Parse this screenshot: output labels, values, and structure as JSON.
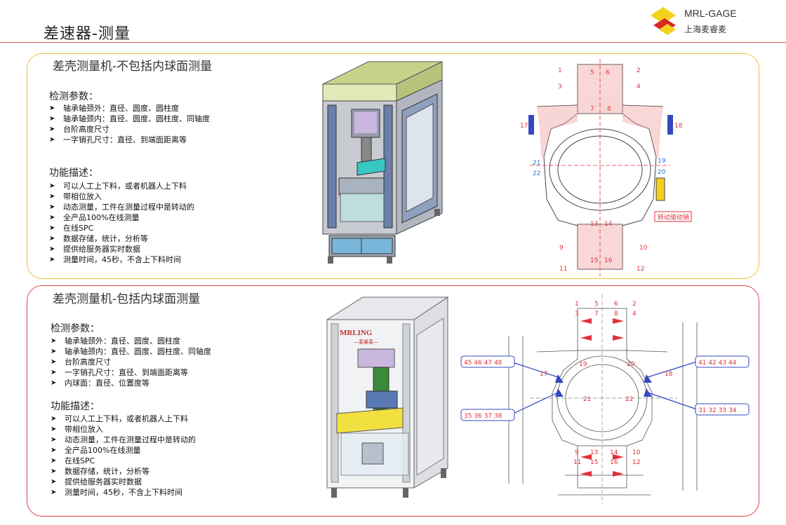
{
  "page": {
    "title": "差速器-测量",
    "logo_text": "MRL-GAGE",
    "logo_sub": "上海麦睿麦"
  },
  "section_top": {
    "title": "差壳测量机-不包括内球面测量",
    "params_heading": "检测参数：",
    "params": [
      "轴承轴颈外：直径、圆度、圆柱度",
      "轴承轴颈内：直径、圆度、圆柱度、同轴度",
      "台阶高度尺寸",
      "一字销孔尺寸：直径、到端面距离等"
    ],
    "func_heading": "功能描述：",
    "funcs": [
      "可以人工上下料，或者机器人上下料",
      "带相位放入",
      "动态测量，工件在测量过程中是转动的",
      "全产品100%在线测量",
      "在线SPC",
      "数据存储，统计，分析等",
      "提供给服务器实时数据",
      "测量时间，45秒，不含上下料时间"
    ],
    "drawing": {
      "labels_outer": [
        "1",
        "2",
        "3",
        "4",
        "9",
        "10",
        "11",
        "12"
      ],
      "labels_inner": [
        "5",
        "6",
        "7",
        "8",
        "13",
        "14",
        "15",
        "16"
      ],
      "labels_side": [
        "17",
        "18"
      ],
      "labels_blue": [
        "19",
        "20",
        "21",
        "22"
      ],
      "callout": "转动驱动销"
    }
  },
  "section_bottom": {
    "title": "差壳测量机-包括内球面测量",
    "params_heading": "检测参数：",
    "params": [
      "轴承轴颈外：直径、圆度、圆柱度",
      "轴承轴颈内：直径、圆度、圆柱度、同轴度",
      "台阶高度尺寸",
      "一字销孔尺寸：直径、到端面距离等",
      "内球面：直径、位置度等"
    ],
    "func_heading": "功能描述：",
    "funcs": [
      "可以人工上下料，或者机器人上下料",
      "带相位放入",
      "动态测量，工件在测量过程中是转动的",
      "全产品100%在线测量",
      "在线SPC",
      "数据存储，统计，分析等",
      "提供给服务器实时数据",
      "测量时间，45秒，不含上下料时间"
    ],
    "machine_brand": "MRLING",
    "machine_brand_sub": "—麦睿麦—",
    "drawing": {
      "box_left_top": "45 46 47 48",
      "box_right_top": "41 42 43 44",
      "box_left_bottom": "35 36 37 38",
      "box_right_bottom": "31 32 33 34",
      "labels": [
        "1",
        "2",
        "3",
        "4",
        "5",
        "6",
        "7",
        "8",
        "9",
        "10",
        "11",
        "12",
        "13",
        "14",
        "15",
        "16",
        "17",
        "18",
        "19",
        "20",
        "21",
        "22"
      ]
    }
  },
  "colors": {
    "accent_red": "#e0303a",
    "panel_yellow": "#f0c040",
    "panel_red": "#e0434a",
    "blue": "#3570d0"
  }
}
